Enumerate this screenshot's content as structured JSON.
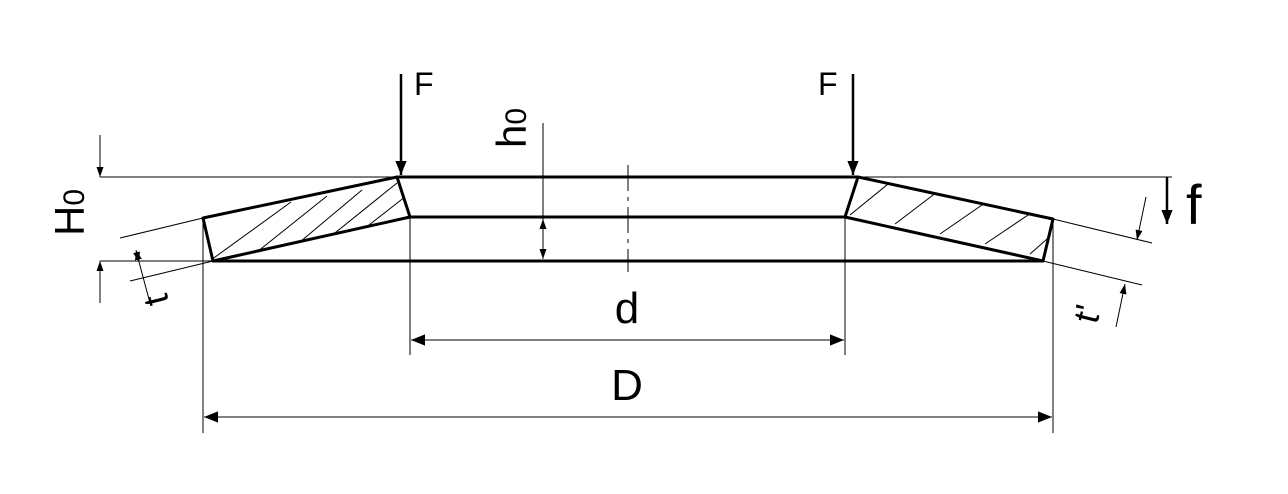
{
  "labels": {
    "force_left": "F",
    "force_right": "F",
    "deflection": "f",
    "free_height": "H",
    "free_height_sub": "0",
    "cone_height": "h",
    "cone_height_sub": "0",
    "inner_diameter": "d",
    "outer_diameter": "D",
    "thickness": "t",
    "reduced_thickness": "t'"
  },
  "colors": {
    "line": "#000000",
    "background": "#ffffff"
  }
}
